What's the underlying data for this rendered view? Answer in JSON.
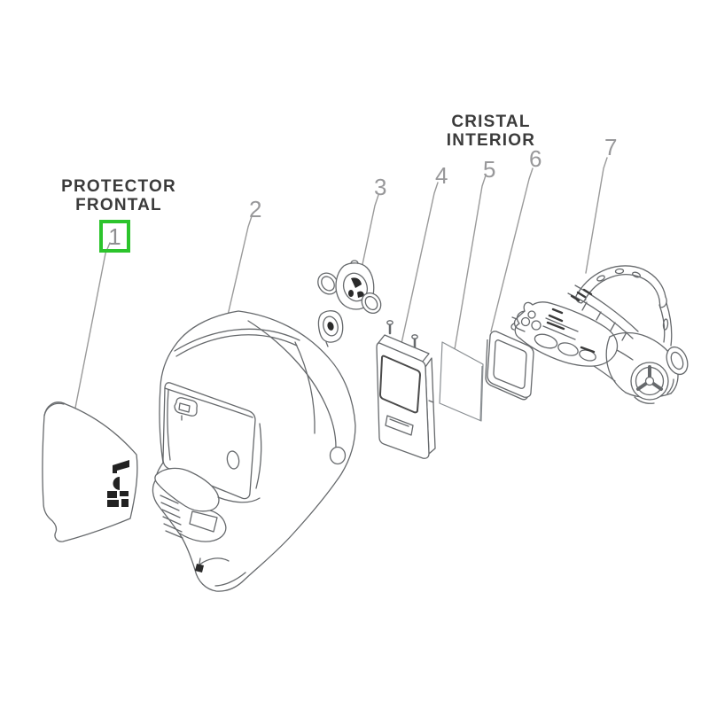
{
  "diagram": {
    "labels": {
      "protector_frontal": {
        "line1": "PROTECTOR",
        "line2": "FRONTAL"
      },
      "cristal_interior": {
        "line1": "CRISTAL",
        "line2": "INTERIOR"
      }
    },
    "callouts": [
      {
        "num": "1",
        "target": "front-protector-lens",
        "highlighted": true
      },
      {
        "num": "2",
        "target": "helmet-shell",
        "highlighted": false
      },
      {
        "num": "3",
        "target": "adjustment-knob-set",
        "highlighted": false
      },
      {
        "num": "4",
        "target": "cartridge-holder",
        "highlighted": false
      },
      {
        "num": "5",
        "target": "inner-lens-glass",
        "highlighted": false
      },
      {
        "num": "6",
        "target": "lens-retaining-frame",
        "highlighted": false
      },
      {
        "num": "7",
        "target": "headgear-assembly",
        "highlighted": false
      }
    ],
    "colors": {
      "highlight_box": "#2cc42c",
      "leader_line": "#9a9a9a",
      "artwork_line": "#66696c",
      "label_text": "#3b3b3b",
      "number_text": "#98989a"
    }
  }
}
